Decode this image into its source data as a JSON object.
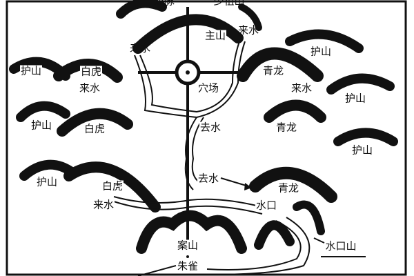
{
  "colors": {
    "ink": "#111111",
    "background": "#ffffff"
  },
  "labels": {
    "longmai": "龙脉",
    "shaozushan": "少祖山",
    "zhushan": "主山",
    "laishui": "来水",
    "hushan": "护山",
    "baihu": "白虎",
    "qinglong": "青龙",
    "xuechang": "穴场",
    "qushui": "去水",
    "shuikou": "水口",
    "anshan": "案山",
    "zhuque": "朱雀",
    "shuikoushan": "水口山"
  }
}
